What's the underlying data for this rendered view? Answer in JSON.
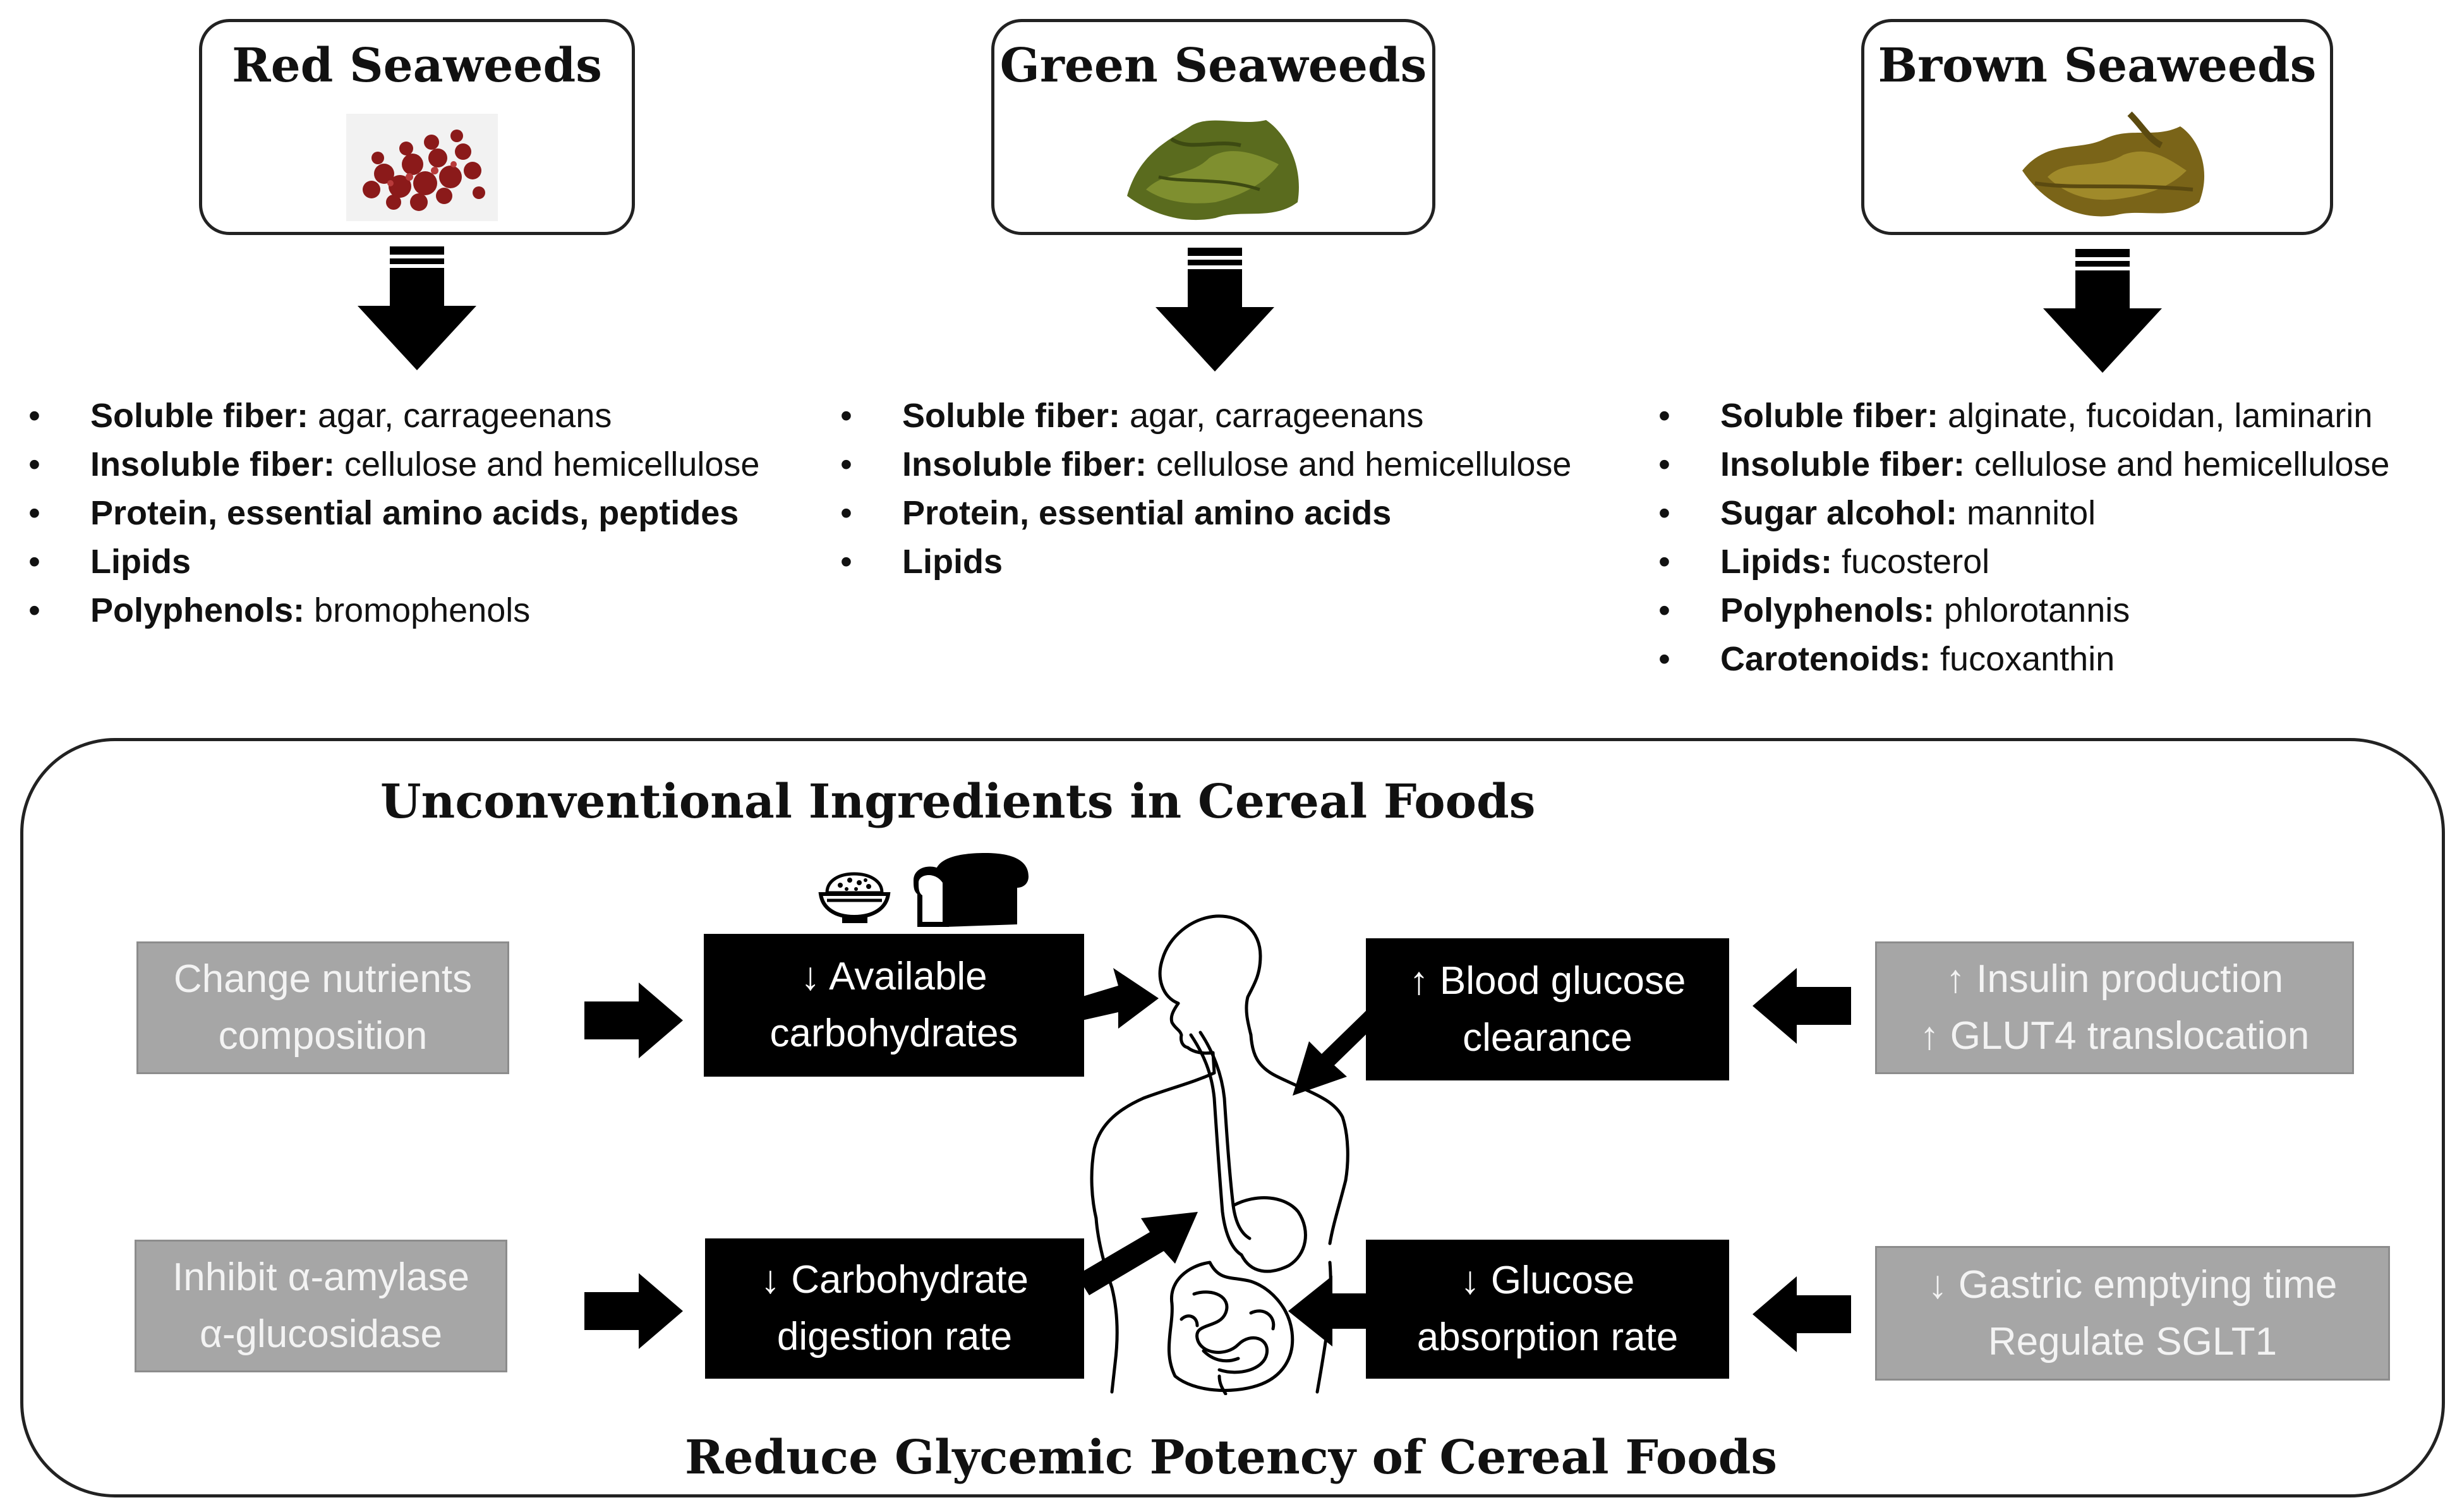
{
  "seaweeds": [
    {
      "title": "Red Seaweeds",
      "color": "#8b1a1a",
      "components": [
        {
          "label": "Soluble fiber:",
          "value": " agar, carrageenans"
        },
        {
          "label": "Insoluble fiber:",
          "value": " cellulose and hemicellulose"
        },
        {
          "label": "Protein, essential amino acids, peptides",
          "value": ""
        },
        {
          "label": "Lipids",
          "value": ""
        },
        {
          "label": "Polyphenols:",
          "value": " bromophenols"
        }
      ]
    },
    {
      "title": "Green Seaweeds",
      "color": "#5a6b1e",
      "components": [
        {
          "label": "Soluble fiber:",
          "value": " agar, carrageenans"
        },
        {
          "label": "Insoluble fiber:",
          "value": " cellulose and hemicellulose"
        },
        {
          "label": "Protein, essential amino acids",
          "value": ""
        },
        {
          "label": "Lipids",
          "value": ""
        }
      ]
    },
    {
      "title": "Brown Seaweeds",
      "color": "#7a6418",
      "components": [
        {
          "label": "Soluble fiber:",
          "value": " alginate, fucoidan, laminarin"
        },
        {
          "label": "Insoluble fiber:",
          "value": " cellulose and hemicellulose"
        },
        {
          "label": "Sugar alcohol:",
          "value": " mannitol"
        },
        {
          "label": "Lipids:",
          "value": " fucosterol"
        },
        {
          "label": "Polyphenols:",
          "value": " phlorotannis"
        },
        {
          "label": "Carotenoids:",
          "value": " fucoxanthin"
        }
      ]
    }
  ],
  "panel": {
    "title": "Unconventional Ingredients in Cereal Foods",
    "footer": "Reduce Glycemic Potency of Cereal Foods",
    "mechanisms": {
      "change_nutrients": "Change nutrients\ncomposition",
      "inhibit_enzymes": "Inhibit α-amylase\nα-glucosidase",
      "insulin_glut4": "↑ Insulin production\n↑ GLUT4 translocation",
      "gastric_sglt1": "↓ Gastric emptying time\nRegulate SGLT1"
    },
    "effects": {
      "available_carbs": "↓ Available\ncarbohydrates",
      "digestion_rate": "↓ Carbohydrate\ndigestion rate",
      "glucose_clearance": "↑ Blood glucose\nclearance",
      "absorption_rate": "↓ Glucose\nabsorption rate"
    }
  },
  "colors": {
    "mechanism_box": "#a6a6a6",
    "effect_box": "#000000",
    "arrow": "#000000"
  },
  "icons": [
    "down-arrow-icon",
    "right-arrow-icon",
    "left-arrow-icon",
    "rice-bowl-icon",
    "bread-icon",
    "human-digestive-system-icon"
  ]
}
